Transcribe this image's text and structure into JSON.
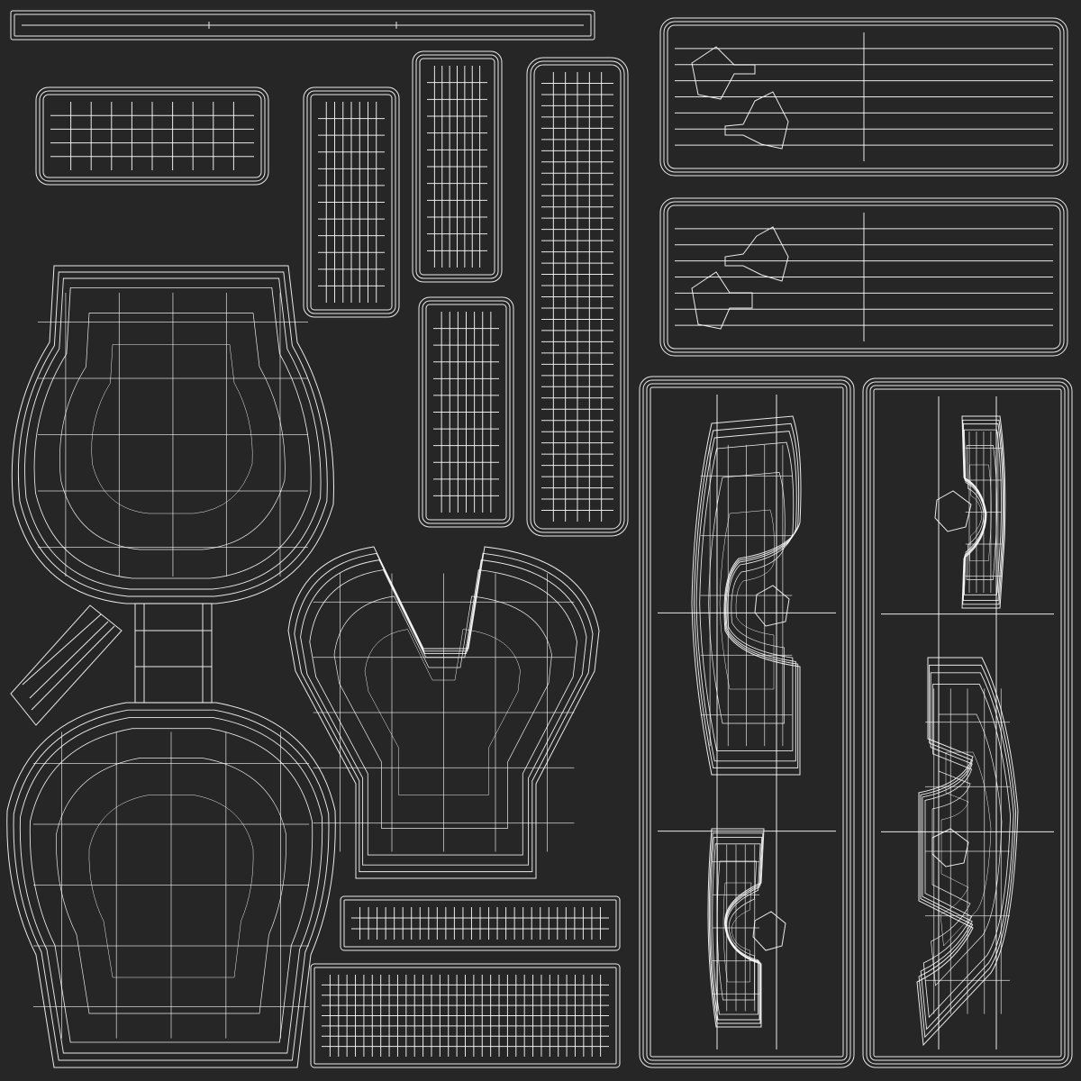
{
  "colors": {
    "background": "#262626",
    "wire": "#ffffff"
  },
  "islands": {
    "top_strip": {
      "cols": 3,
      "rows": 2,
      "insets": 2
    },
    "pillow": {
      "cols": 10,
      "rows": 5,
      "insets": 3
    },
    "panel_a": {
      "cols": 8,
      "rows": 12,
      "insets": 3
    },
    "panel_b": {
      "cols": 8,
      "rows": 12,
      "insets": 3
    },
    "panel_c": {
      "cols": 8,
      "rows": 12,
      "insets": 3
    },
    "long_column": {
      "cols": 6,
      "rows": 40,
      "insets": 3
    },
    "box_top": {
      "cols": 2,
      "rows": 8,
      "insets": 3
    },
    "box_middle": {
      "cols": 2,
      "rows": 8,
      "insets": 3
    },
    "bar_upper": {
      "cols": 30,
      "rows": 3,
      "insets": 2
    },
    "bar_lower": {
      "cols": 34,
      "rows": 8,
      "insets": 2
    },
    "tall_left": {
      "cols": 3,
      "rows": 3,
      "insets": 4
    },
    "tall_right": {
      "cols": 3,
      "rows": 3,
      "insets": 4
    }
  }
}
